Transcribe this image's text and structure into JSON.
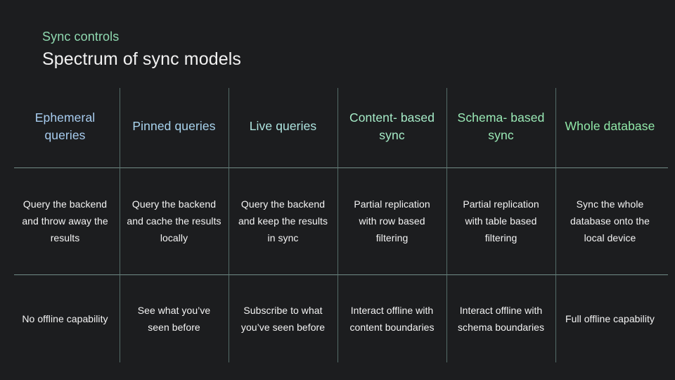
{
  "slide": {
    "background_color": "#1c1d1f",
    "eyebrow": "Sync controls",
    "eyebrow_color": "#8fd9b0",
    "title": "Spectrum of sync models",
    "title_color": "#f2f2f2"
  },
  "table": {
    "grid_line_color": "#76918c",
    "body_text_color": "#f4f4f4",
    "columns": [
      {
        "header": "Ephemeral\nqueries",
        "header_line_1": "Ephemeral",
        "header_line_2": "queries",
        "header_color": "#a8cdf0",
        "row_1": "Query the backend and throw away the results",
        "row_2": "No offline capability"
      },
      {
        "header": "Pinned\nqueries",
        "header_line_1": "Pinned",
        "header_line_2": "queries",
        "header_color": "#a9d4ee",
        "row_1": "Query the backend and cache the results locally",
        "row_2": "See what you’ve seen before"
      },
      {
        "header": "Live\nqueries",
        "header_line_1": "Live",
        "header_line_2": "queries",
        "header_color": "#aee5e0",
        "row_1": "Query the backend and keep the results in sync",
        "row_2": "Subscribe to what you’ve seen before"
      },
      {
        "header": "Content-\nbased sync",
        "header_line_1": "Content-",
        "header_line_2": "based sync",
        "header_color": "#a6ecc8",
        "row_1": "Partial replication with row based filtering",
        "row_2": "Interact offline with content boundaries"
      },
      {
        "header": "Schema-\nbased sync",
        "header_line_1": "Schema-",
        "header_line_2": "based sync",
        "header_color": "#9aeab6",
        "row_1": "Partial replication with table based filtering",
        "row_2": "Interact offline with schema boundaries"
      },
      {
        "header": "Whole\ndatabase",
        "header_line_1": "Whole",
        "header_line_2": "database",
        "header_color": "#90e8a8",
        "row_1": "Sync the whole database onto the local device",
        "row_2": "Full offline capability"
      }
    ]
  }
}
